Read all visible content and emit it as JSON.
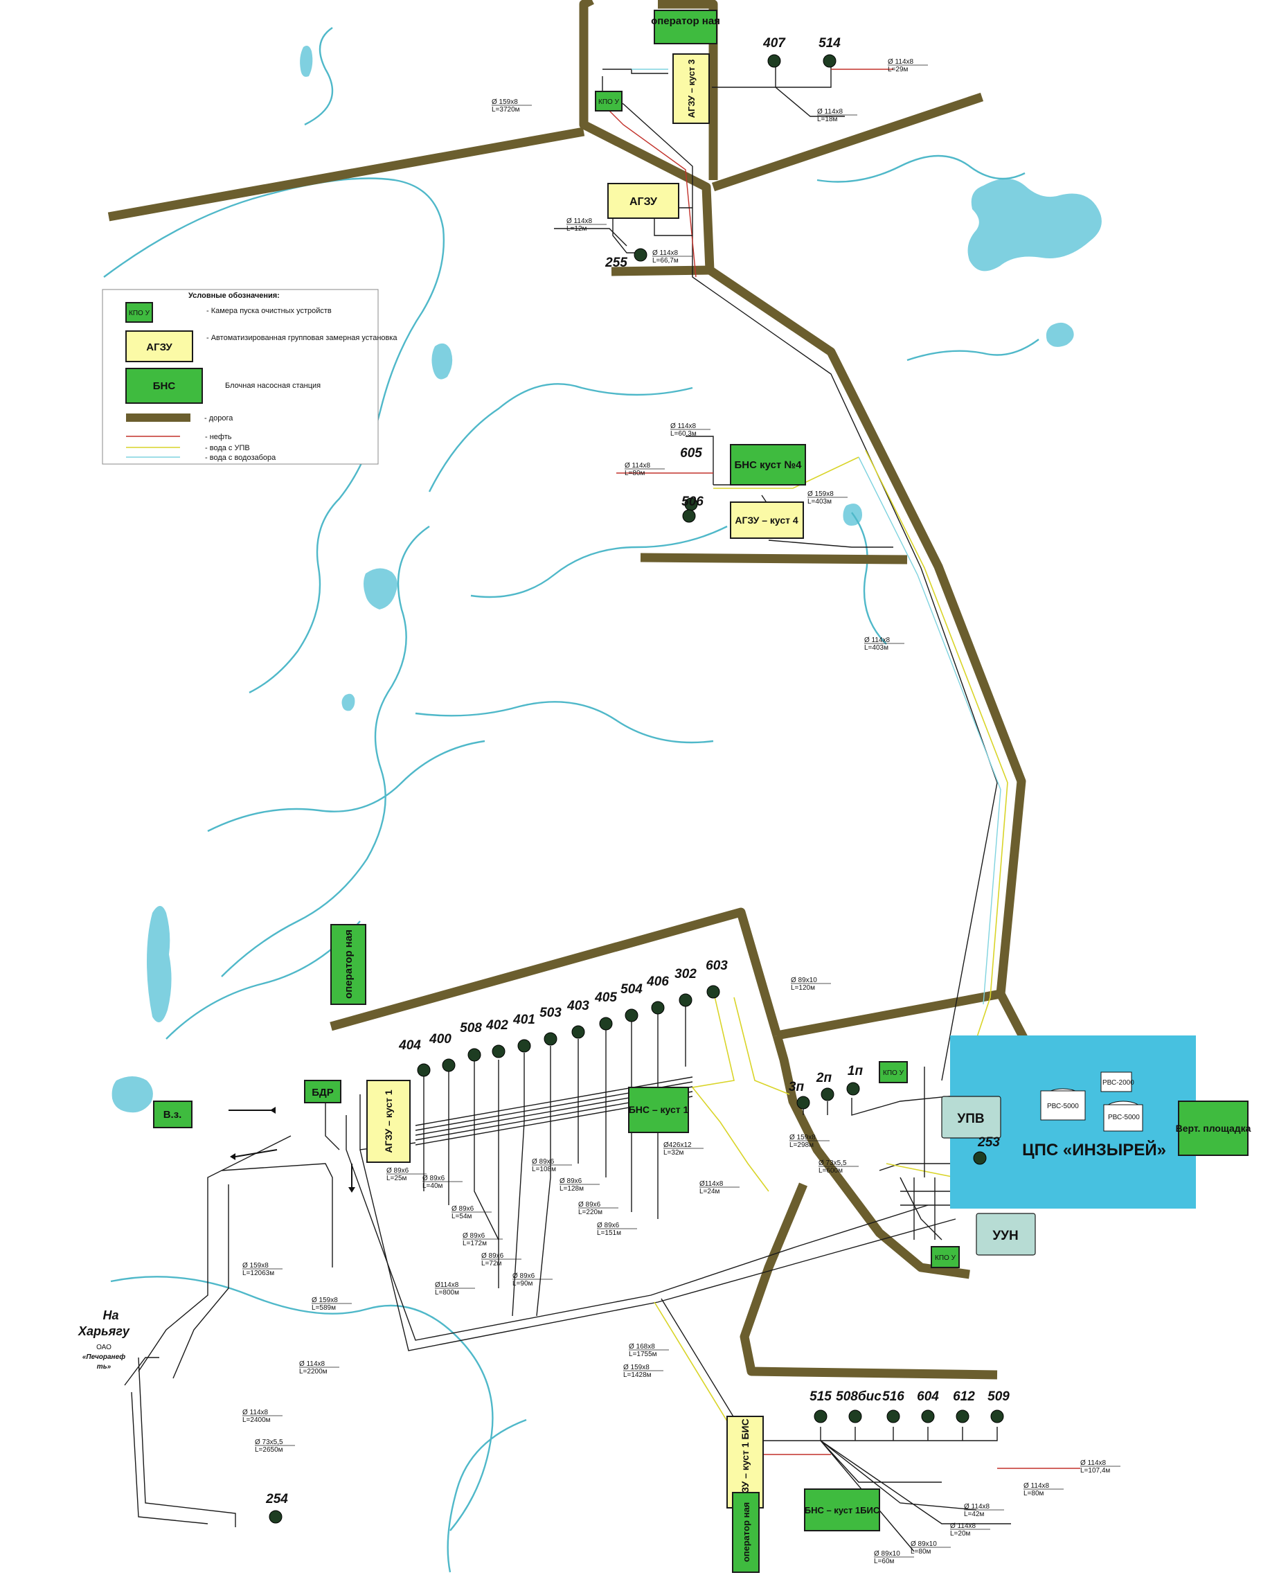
{
  "legend": {
    "title": "Условные обозначения:",
    "items": [
      {
        "symbol": "КПО У",
        "text": "- Камера пуска очистных устройств"
      },
      {
        "symbol": "АГЗУ",
        "text": "- Автоматизированная групповая замерная установка"
      },
      {
        "symbol": "БНС",
        "text": "Блочная насосная станция"
      },
      {
        "symbol": "",
        "text": "- дорога"
      },
      {
        "symbol": "",
        "text": "- нефть"
      },
      {
        "symbol": "",
        "text": "- вода с УПВ"
      },
      {
        "symbol": "",
        "text": "- вода с водозабора"
      }
    ],
    "colors": {
      "road": "#6b5e2e",
      "oil": "#c2312a",
      "water_upv": "#d9d428",
      "water_intake": "#7fd3df"
    }
  },
  "facilities": {
    "operator_top": "оператор ная",
    "kpo_top": "КПО У",
    "agzu_kust3": "АГЗУ – куст 3",
    "agzu_mid": "АГЗУ",
    "bns_kust4": "БНС куст №4",
    "agzu_kust4": "АГЗУ – куст 4",
    "operator_left": "оператор ная",
    "bdr": "БДР",
    "agzu_kust1": "АГЗУ – куст 1",
    "vz": "В.з.",
    "bns_kust1": "БНС – куст 1",
    "kpo_cps": "КПО У",
    "kpo_cps2": "КПО У",
    "upv": "УПВ",
    "uun": "УУН",
    "cps": "ЦПС «ИНЗЫРЕЙ»",
    "vert": "Верт. площадка",
    "agzu_kust1bis": "АГЗУ – куст 1 БИС",
    "bns_kust1bis": "БНС – куст 1БИС",
    "operator_bottom": "оператор ная",
    "tank1": "РВС-2000",
    "tank2": "РВС-5000",
    "tank3": "РВС-5000"
  },
  "destination": {
    "line1": "На",
    "line2": "Харьягу",
    "company1": "ОАО",
    "company2": "«Печоранеф",
    "company3": "ть»"
  },
  "wells": {
    "w407": "407",
    "w514": "514",
    "w255": "255",
    "w605": "605",
    "w506": "506",
    "w404": "404",
    "w400": "400",
    "w508": "508",
    "w402": "402",
    "w401": "401",
    "w503": "503",
    "w403": "403",
    "w405": "405",
    "w504": "504",
    "w406": "406",
    "w302": "302",
    "w603": "603",
    "w3p": "3п",
    "w2p": "2п",
    "w1p": "1п",
    "w253": "253",
    "w254": "254",
    "w515": "515",
    "w508bis": "508бис",
    "w516": "516",
    "w604": "604",
    "w612": "612",
    "w509": "509"
  },
  "pipes": {
    "p1": [
      "Ø 159x8",
      "L=3720м"
    ],
    "p2": [
      "Ø 114x8",
      "L=29м"
    ],
    "p3": [
      "Ø 114x8",
      "L=18м"
    ],
    "p4": [
      "Ø 114x8",
      "L=12м"
    ],
    "p5": [
      "Ø 114x8",
      "L=66,7м"
    ],
    "p6": [
      "Ø 114x8",
      "L=60,3м"
    ],
    "p7": [
      "Ø 114x8",
      "L=80м"
    ],
    "p8": [
      "Ø 159x8",
      "L=403м"
    ],
    "p9": [
      "Ø 114x8",
      "L=403м"
    ],
    "p10": [
      "Ø 89x10",
      "L=120м"
    ],
    "p11": [
      "Ø 159x8",
      "L=298м"
    ],
    "p12": [
      "Ø 73x5,5",
      "L=600м"
    ],
    "p13": [
      "Ø 89x6",
      "L=25м"
    ],
    "p14": [
      "Ø 89x6",
      "L=40м"
    ],
    "p15": [
      "Ø 89x6",
      "L=54м"
    ],
    "p16": [
      "Ø 89x6",
      "L=172м"
    ],
    "p17": [
      "Ø 89x6",
      "L=72м"
    ],
    "p18": [
      "Ø 89x6",
      "L=90м"
    ],
    "p19": [
      "Ø 89x6",
      "L=108м"
    ],
    "p20": [
      "Ø 89x6",
      "L=128м"
    ],
    "p21": [
      "Ø 89x6",
      "L=220м"
    ],
    "p22": [
      "Ø 89x6",
      "L=151м"
    ],
    "p23": [
      "Ø426x12",
      "L=32м"
    ],
    "p24": [
      "Ø114x8",
      "L=24м"
    ],
    "p25": [
      "Ø 159x8",
      "L=12063м"
    ],
    "p26": [
      "Ø 159x8",
      "L=589м"
    ],
    "p27": [
      "Ø114x8",
      "L=800м"
    ],
    "p28": [
      "Ø 114x8",
      "L=2200м"
    ],
    "p29": [
      "Ø 114x8",
      "L=2400м"
    ],
    "p30": [
      "Ø 73x5,5",
      "L=2650м"
    ],
    "p31": [
      "Ø 168x8",
      "L=1755м"
    ],
    "p32": [
      "Ø 159x8",
      "L=1428м"
    ],
    "p33": [
      "Ø 114x8",
      "L=107,4м"
    ],
    "p34": [
      "Ø 114x8",
      "L=80м"
    ],
    "p35": [
      "Ø 114x8",
      "L=42м"
    ],
    "p36": [
      "Ø 114x8",
      "L=20м"
    ],
    "p37": [
      "Ø 89x10",
      "L=80м"
    ],
    "p38": [
      "Ø 89x10",
      "L=60м"
    ]
  }
}
